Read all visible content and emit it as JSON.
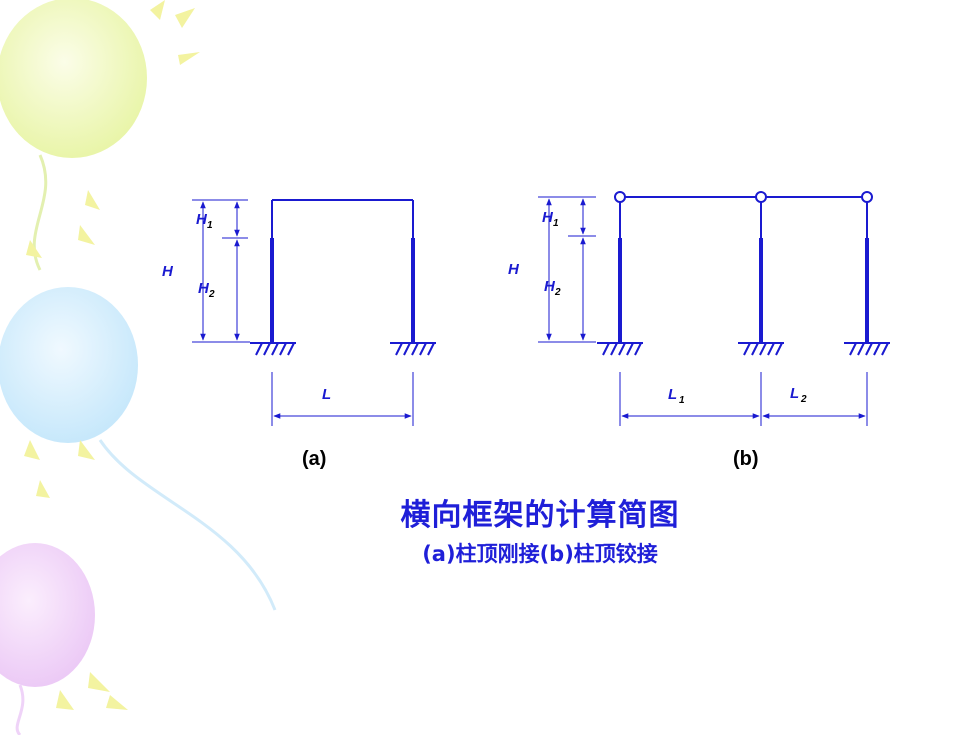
{
  "figure_a": {
    "label_H": "H",
    "label_H1": "H",
    "label_H1_sub": "1",
    "label_H2": "H",
    "label_H2_sub": "2",
    "label_L": "L",
    "caption": "(a)"
  },
  "figure_b": {
    "label_H": "H",
    "label_H1": "H",
    "label_H1_sub": "1",
    "label_H2": "H",
    "label_H2_sub": "2",
    "label_L1": "L",
    "label_L1_sub": "1",
    "label_L2": "L",
    "label_L2_sub": "2",
    "caption": "(b)"
  },
  "caption": {
    "title": "横向框架的计算简图",
    "subtitle": "(a)柱顶刚接(b)柱顶铰接"
  },
  "colors": {
    "line": "#1a1ad0",
    "caption": "#1f1fd8"
  }
}
